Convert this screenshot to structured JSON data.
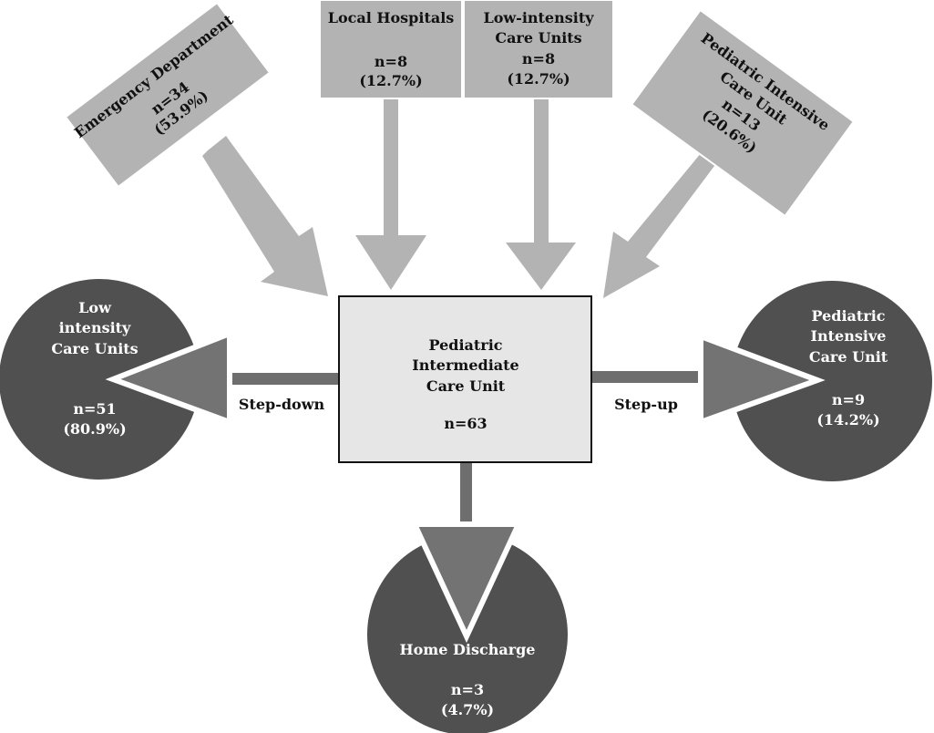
{
  "sources": {
    "emergency": {
      "lines": [
        "Emergency Department",
        "n=34",
        "(53.9%)"
      ]
    },
    "local_hospitals": {
      "lines": [
        "Local Hospitals",
        "n=8",
        "(12.7%)"
      ]
    },
    "low_intensity_in": {
      "lines": [
        "Low-intensity",
        "Care Units",
        "n=8",
        "(12.7%)"
      ]
    },
    "picu_in": {
      "lines": [
        "Pediatric Intensive",
        "Care Unit",
        "n=13",
        "(20.6%)"
      ]
    }
  },
  "center": {
    "lines": [
      "Pediatric",
      "Intermediate",
      "Care Unit",
      "n=63"
    ]
  },
  "arrows": {
    "step_down": "Step-down",
    "step_up": "Step-up"
  },
  "destinations": {
    "low_intensity": {
      "lines": [
        "Low",
        "intensity",
        "Care Units",
        "n=51",
        "(80.9%)"
      ]
    },
    "picu": {
      "lines": [
        "Pediatric",
        "Intensive",
        "Care Unit",
        "n=9",
        "(14.2%)"
      ]
    },
    "home": {
      "lines": [
        "Home Discharge",
        "n=3",
        "(4.7%)"
      ]
    }
  },
  "colors": {
    "source_box": "#b3b3b3",
    "source_arrow": "#b3b3b3",
    "center_box": "#e6e6e6",
    "destination_circle": "#505050",
    "destination_arrow": "#737373",
    "stem": "#6e6e6e"
  }
}
